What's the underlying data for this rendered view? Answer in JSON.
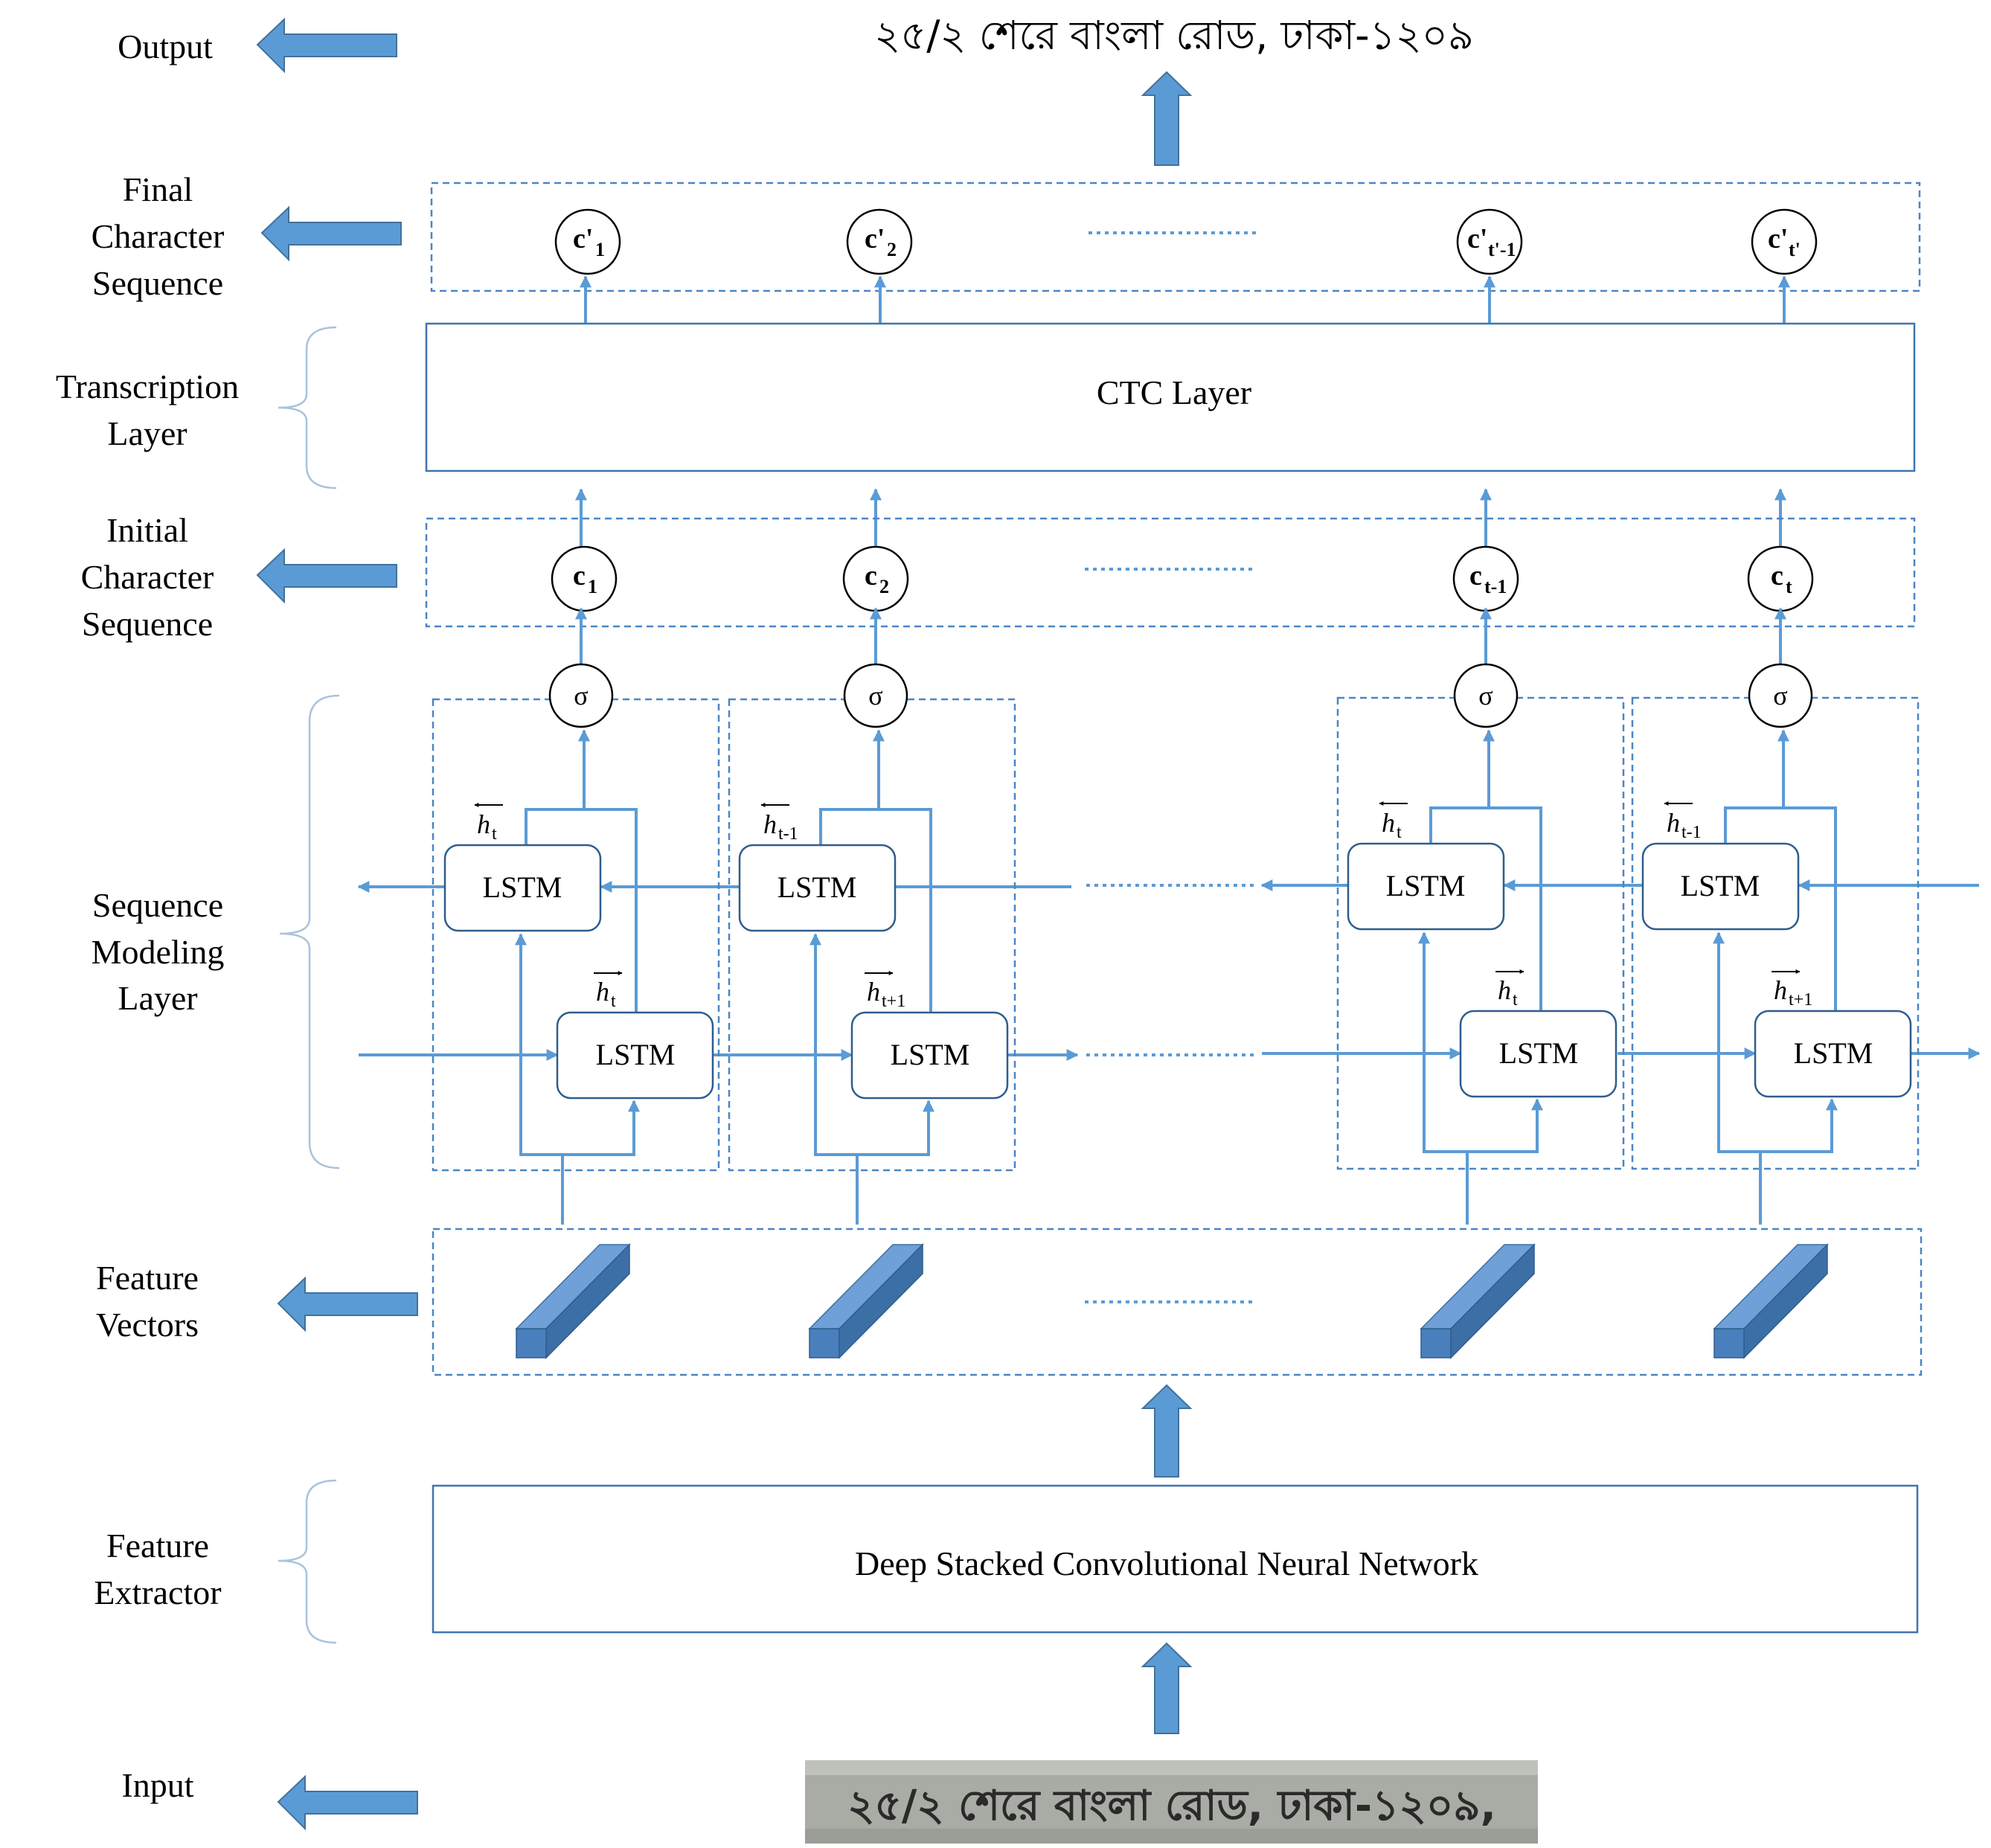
{
  "layers": {
    "output": "Output",
    "final_char_seq": [
      "Final",
      "Character",
      "Sequence"
    ],
    "transcription": [
      "Transcription",
      "Layer"
    ],
    "initial_char_seq": [
      "Initial",
      "Character",
      "Sequence"
    ],
    "sequence_modeling": [
      "Sequence",
      "Modeling",
      "Layer"
    ],
    "feature_vectors": [
      "Feature",
      "Vectors"
    ],
    "feature_extractor": [
      "Feature",
      "Extractor"
    ],
    "input": "Input"
  },
  "output_text": "২৫/২ শেরে বাংলা রোড, ঢাকা-১২০৯",
  "input_text": "২৫/২ শেরে বাংলা রোড, ঢাকা-১২০৯,",
  "ctc_label": "CTC Layer",
  "cnn_label": "Deep Stacked Convolutional Neural Network",
  "lstm_label": "LSTM",
  "sigma": "σ",
  "h_symbol": "h",
  "final_nodes": [
    {
      "base": "c'",
      "sub": "1"
    },
    {
      "base": "c'",
      "sub": "2"
    },
    {
      "base": "c'",
      "sub": "t'-1"
    },
    {
      "base": "c'",
      "sub": "t'"
    }
  ],
  "initial_nodes": [
    {
      "base": "c",
      "sub": "1"
    },
    {
      "base": "c",
      "sub": "2"
    },
    {
      "base": "c",
      "sub": "t-1"
    },
    {
      "base": "c",
      "sub": "t"
    }
  ],
  "backward_h": [
    "t",
    "t-1",
    "t",
    "t-1"
  ],
  "forward_h": [
    "t",
    "t+1",
    "t",
    "t+1"
  ],
  "colors": {
    "accent": "#5b9bd5",
    "border": "#3f73b0",
    "cube_front": "#4a7fbd",
    "cube_top": "#6fa0d8",
    "cube_side": "#3c6fa5"
  }
}
